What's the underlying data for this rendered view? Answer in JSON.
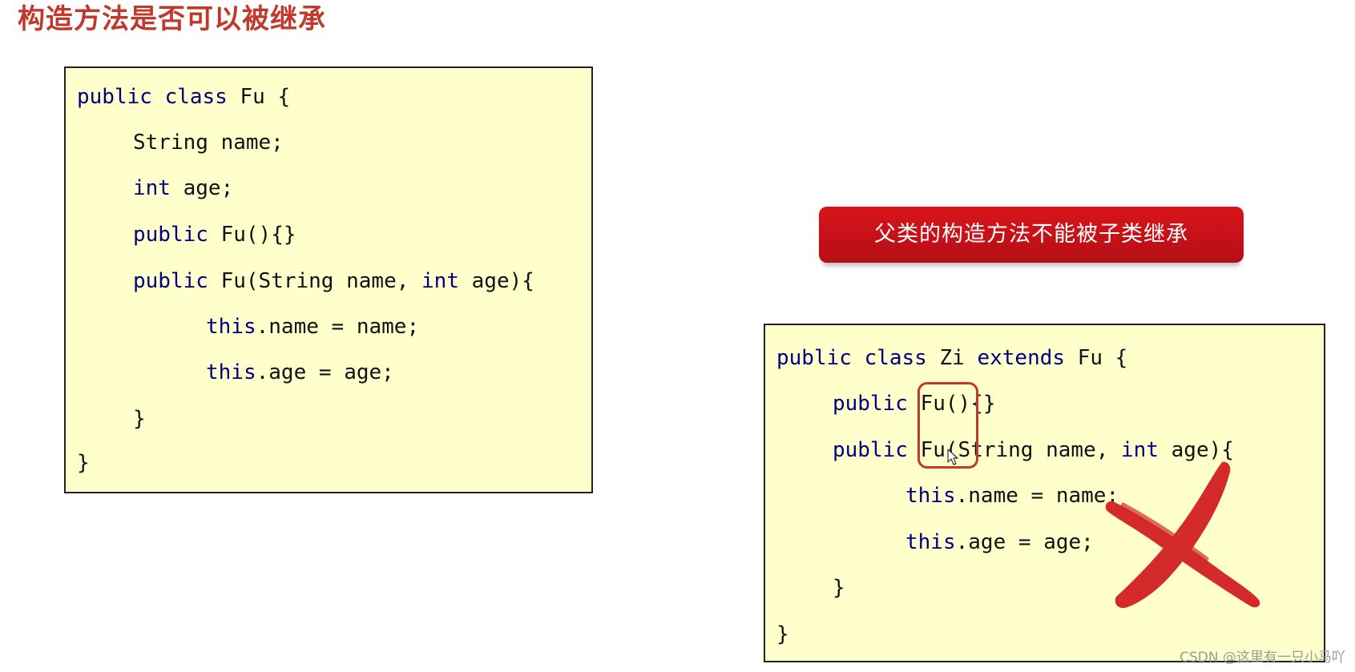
{
  "slide": {
    "title": "构造方法是否可以被继承",
    "callout": "父类的构造方法不能被子类继承",
    "watermark": "CSDN @这里有一只小马吖"
  },
  "code_fu": {
    "lines": [
      {
        "kw": "public class",
        "text": " Fu {"
      },
      {
        "kw": "",
        "text": "String name;"
      },
      {
        "kw": "int",
        "text": " age;"
      },
      {
        "kw": "public",
        "text": " Fu(){}"
      },
      {
        "kw": "public",
        "text": " Fu(String name, ",
        "kw2": "int",
        "text2": " age){"
      },
      {
        "kw": "this",
        "text": ".name = name;"
      },
      {
        "kw": "this",
        "text": ".age = age;"
      },
      {
        "kw": "",
        "text": "}"
      },
      {
        "kw": "",
        "text": "}"
      }
    ]
  },
  "code_zi": {
    "lines": [
      {
        "kw": "public class",
        "text": " Zi ",
        "kw2": "extends",
        "text2": " Fu {"
      },
      {
        "kw": "public",
        "text": " Fu(){}"
      },
      {
        "kw": "public",
        "text": " Fu(String name, ",
        "kw2": "int",
        "text2": " age){"
      },
      {
        "kw": "this",
        "text": ".name = name;"
      },
      {
        "kw": "this",
        "text": ".age = age;"
      },
      {
        "kw": "",
        "text": "}"
      },
      {
        "kw": "",
        "text": "}"
      }
    ]
  },
  "colors": {
    "title": "#c0392b",
    "keyword": "#00007f",
    "code_background": "#ffffcc",
    "callout": "#c8101a",
    "cross": "#d42a2a"
  },
  "icons": {
    "cross": "cross-mark-icon",
    "cursor": "cursor-icon"
  }
}
